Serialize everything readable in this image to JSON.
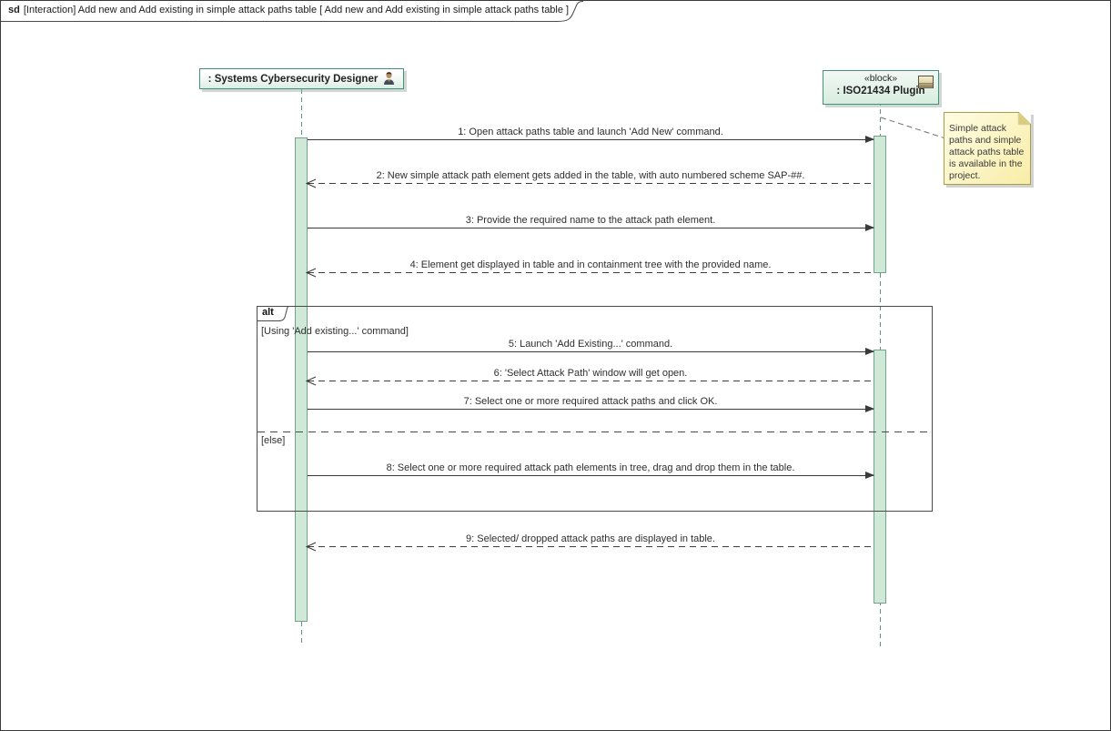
{
  "frame": {
    "keyword": "sd",
    "title": "[Interaction] Add new and Add existing in simple attack paths table [ Add new and Add existing in simple attack paths table ]"
  },
  "lifelines": [
    {
      "name": ": Systems Cybersecurity Designer",
      "icon": "actor-icon"
    },
    {
      "stereotype": "«block»",
      "name": ": ISO21434 Plugin",
      "icon": "block-icon"
    }
  ],
  "messages": [
    {
      "num": 1,
      "kind": "call",
      "label": "1: Open attack paths table and launch 'Add New' command."
    },
    {
      "num": 2,
      "kind": "reply",
      "label": "2: New simple attack path element gets added in the table, with auto numbered scheme SAP-##."
    },
    {
      "num": 3,
      "kind": "call",
      "label": "3: Provide the required name to the attack path element."
    },
    {
      "num": 4,
      "kind": "reply",
      "label": "4: Element get displayed in table and in containment tree with the provided name."
    },
    {
      "num": 5,
      "kind": "call",
      "label": "5: Launch 'Add Existing...' command."
    },
    {
      "num": 6,
      "kind": "reply",
      "label": "6: 'Select Attack Path' window will get open."
    },
    {
      "num": 7,
      "kind": "call",
      "label": "7: Select one or more required attack paths and click OK."
    },
    {
      "num": 8,
      "kind": "call",
      "label": "8: Select one or more required attack path elements in tree, drag and drop them in the table."
    },
    {
      "num": 9,
      "kind": "reply",
      "label": "9: Selected/ dropped attack paths are displayed in table."
    }
  ],
  "alt_fragment": {
    "operator": "alt",
    "guard_1": "[Using 'Add existing...' command]",
    "guard_2": "[else]"
  },
  "note": {
    "text": "Simple attack paths and simple attack paths table is available in the project."
  },
  "colors": {
    "activation_fill": "#cfe8d7",
    "activation_border": "#72a28b",
    "lifeline_head_border": "#44917c",
    "lifeline_dash": "#5f9480",
    "note_fill": "#f8eda8",
    "note_border": "#a89f4a",
    "message_line": "#3a3a3a",
    "fragment_border": "#4a4a4a"
  }
}
